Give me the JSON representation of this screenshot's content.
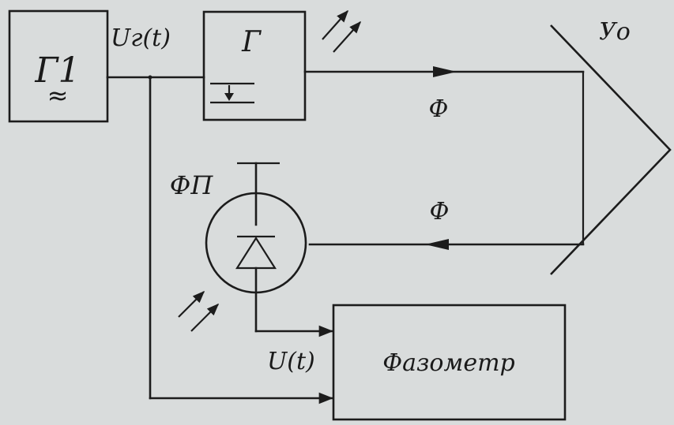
{
  "blocks": {
    "g1": {
      "name": "Г1",
      "symbol": "≈"
    },
    "g": {
      "name": "Г"
    },
    "photodiode": {
      "name": "ФП"
    },
    "corner_reflector": {
      "name": "Уо"
    },
    "phase_meter": {
      "name": "Фазометр"
    }
  },
  "signals": {
    "generator_voltage": "Uг(t)",
    "photodiode_voltage": "U(t)",
    "flux_forward": "Ф",
    "flux_return": "Ф"
  },
  "colors": {
    "background": "#d9dcdc",
    "ink": "#1c1c1c"
  },
  "icons": {
    "emission": "radiation-arrows-icon",
    "reception": "incident-light-arrows-icon",
    "diode": "photodiode-symbol-icon"
  }
}
